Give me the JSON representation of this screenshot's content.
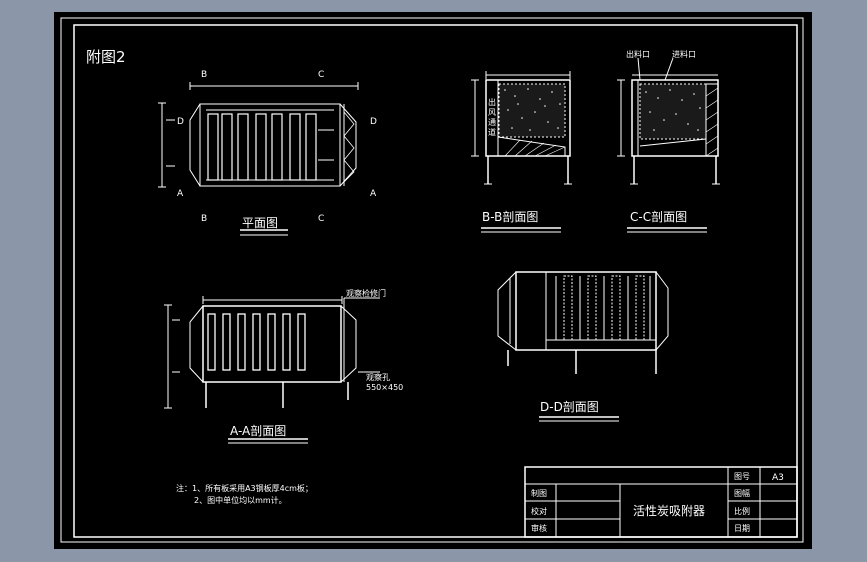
{
  "sheet_label": "附图2",
  "plan": {
    "title": "平面图",
    "marker_b_top": "B",
    "marker_c_top": "C",
    "marker_b_bottom": "B",
    "marker_c_bottom": "C",
    "marker_d_left": "D",
    "marker_d_right": "D",
    "marker_a_left": "A",
    "marker_a_right": "A"
  },
  "section_bb": {
    "title": "B-B剖面图",
    "channel_label": [
      "出",
      "风",
      "通",
      "道"
    ]
  },
  "section_cc": {
    "title": "C-C剖面图",
    "outlet_label": "出料口",
    "inlet_label": "进料口"
  },
  "section_aa": {
    "title": "A-A剖面图",
    "access_door_label": "观察检修门",
    "manhole_label": "观察孔",
    "manhole_size": "550×450"
  },
  "section_dd": {
    "title": "D-D剖面图"
  },
  "notes": {
    "line1": "注：1、所有板采用A3钢板厚4cm板；",
    "line2": "2、图中单位均以mm计。"
  },
  "title_block": {
    "drawing_name": "活性炭吸附器",
    "drawn_label": "制图",
    "checked_label": "校对",
    "approved_label": "审核",
    "sheet_no_label": "图号",
    "sheet_no_value": "A3",
    "drawing_label": "图幅",
    "scale_label": "比例",
    "date_label": "日期"
  }
}
